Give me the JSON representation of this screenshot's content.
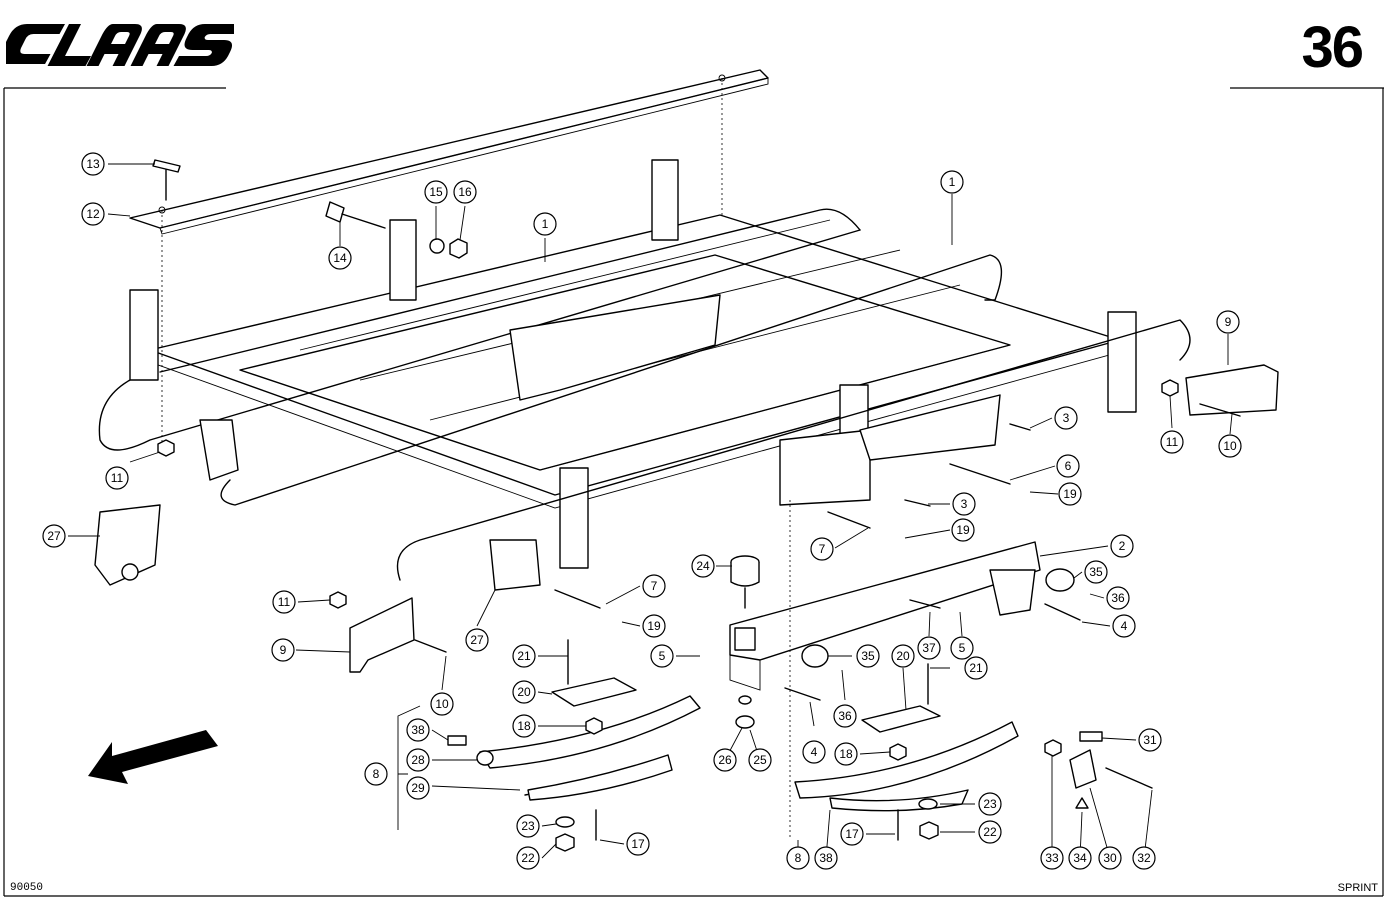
{
  "header": {
    "brand": "CLAAS",
    "page_number": "36"
  },
  "footer": {
    "drawing_code": "90050",
    "model": "SPRINT"
  },
  "callouts": [
    {
      "label": "13"
    },
    {
      "label": "12"
    },
    {
      "label": "14"
    },
    {
      "label": "15"
    },
    {
      "label": "16"
    },
    {
      "label": "1"
    },
    {
      "label": "1"
    },
    {
      "label": "9"
    },
    {
      "label": "11"
    },
    {
      "label": "10"
    },
    {
      "label": "3"
    },
    {
      "label": "6"
    },
    {
      "label": "19"
    },
    {
      "label": "3"
    },
    {
      "label": "19"
    },
    {
      "label": "7"
    },
    {
      "label": "11"
    },
    {
      "label": "27"
    },
    {
      "label": "2"
    },
    {
      "label": "35"
    },
    {
      "label": "36"
    },
    {
      "label": "4"
    },
    {
      "label": "24"
    },
    {
      "label": "7"
    },
    {
      "label": "11"
    },
    {
      "label": "19"
    },
    {
      "label": "9"
    },
    {
      "label": "27"
    },
    {
      "label": "10"
    },
    {
      "label": "21"
    },
    {
      "label": "5"
    },
    {
      "label": "37"
    },
    {
      "label": "5"
    },
    {
      "label": "35"
    },
    {
      "label": "20"
    },
    {
      "label": "21"
    },
    {
      "label": "20"
    },
    {
      "label": "18"
    },
    {
      "label": "36"
    },
    {
      "label": "4"
    },
    {
      "label": "38"
    },
    {
      "label": "28"
    },
    {
      "label": "8"
    },
    {
      "label": "29"
    },
    {
      "label": "26"
    },
    {
      "label": "25"
    },
    {
      "label": "18"
    },
    {
      "label": "31"
    },
    {
      "label": "23"
    },
    {
      "label": "17"
    },
    {
      "label": "22"
    },
    {
      "label": "23"
    },
    {
      "label": "17"
    },
    {
      "label": "22"
    },
    {
      "label": "8"
    },
    {
      "label": "38"
    },
    {
      "label": "33"
    },
    {
      "label": "34"
    },
    {
      "label": "30"
    },
    {
      "label": "32"
    }
  ]
}
